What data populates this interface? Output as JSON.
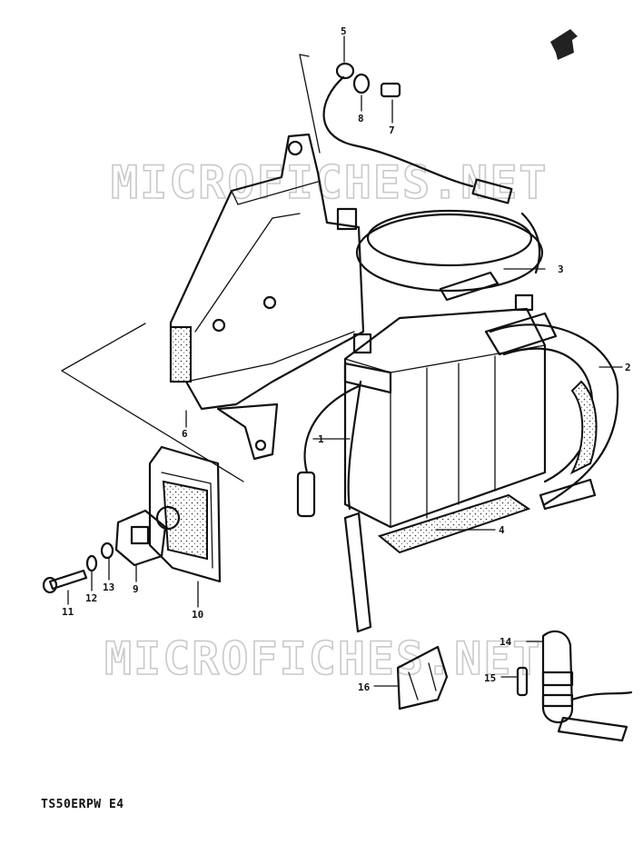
{
  "watermark": "MICROFICHES.NET",
  "footer_code": "TS50ERPW E4",
  "part_callouts": [
    "1",
    "2",
    "3",
    "4",
    "5",
    "6",
    "7",
    "8",
    "9",
    "10",
    "11",
    "12",
    "13",
    "14",
    "15",
    "16"
  ]
}
